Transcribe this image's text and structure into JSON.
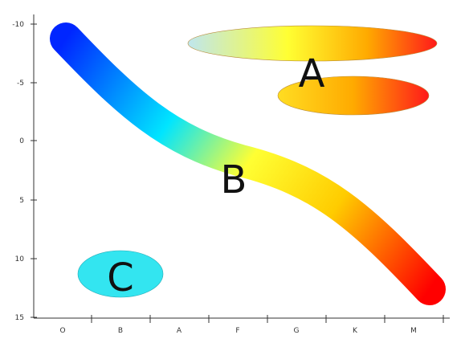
{
  "diagram": {
    "type": "hr-diagram-sketch",
    "axes": {
      "x": {
        "type": "categorical",
        "ticks": [
          "O",
          "B",
          "A",
          "F",
          "G",
          "K",
          "M"
        ]
      },
      "y": {
        "type": "numeric",
        "ticks": [
          "-10",
          "-5",
          "0",
          "5",
          "10",
          "15"
        ],
        "inverted": true
      }
    },
    "regions": [
      {
        "label": "A",
        "shape": "two-ellipses",
        "gradient": [
          "#bfe6ee",
          "#ffff33",
          "#ff1a1a"
        ]
      },
      {
        "label": "B",
        "shape": "diagonal-band",
        "gradient": [
          "#0026ff",
          "#00e5ff",
          "#ffff33",
          "#ff0000"
        ]
      },
      {
        "label": "C",
        "shape": "ellipse",
        "color": "#33e5f0"
      }
    ],
    "colors": {
      "axis": "#333333",
      "label": "#111111"
    }
  }
}
